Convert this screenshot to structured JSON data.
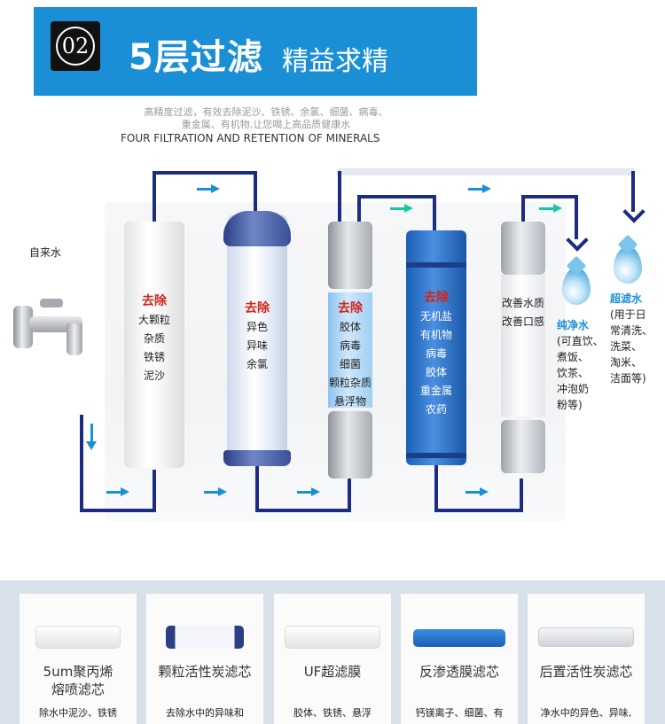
{
  "header": {
    "badge": "02",
    "title": "5层过滤",
    "subtitle": "精益求精"
  },
  "intro": {
    "line1": "高精度过滤，有效去除泥沙、铁锈、余氯、细菌、病毒、",
    "line2": "重金属、有机物,让您喝上高品质健康水",
    "english": "FOUR FILTRATION AND RETENTION OF MINERALS"
  },
  "diagram": {
    "tap_label": "自来水",
    "filter1": {
      "head": "去除",
      "lines": [
        "大颗粒",
        "杂质",
        "铁锈",
        "泥沙"
      ]
    },
    "filter2": {
      "head": "去除",
      "lines": [
        "异色",
        "异味",
        "余氯"
      ]
    },
    "filter3": {
      "head": "去除",
      "lines": [
        "胶体",
        "病毒",
        "细菌",
        "颗粒杂质",
        "悬浮物"
      ]
    },
    "filter4": {
      "head": "去除",
      "lines": [
        "无机盐",
        "有机物",
        "病毒",
        "胶体",
        "重金属",
        "农药"
      ]
    },
    "filter5": {
      "lines": [
        "改善水质",
        "改善口感"
      ]
    },
    "pure": {
      "title": "纯净水",
      "lines": [
        "(可直饮、",
        "煮饭、",
        "饮茶、",
        "冲泡奶",
        "粉等)"
      ]
    },
    "ultra": {
      "title": "超滤水",
      "lines": [
        "(用于日",
        "常清洗、",
        "洗菜、",
        "淘米、",
        "洁面等)"
      ]
    }
  },
  "cards": [
    {
      "name": "5um聚丙烯",
      "name2": "熔喷滤芯",
      "desc": "除水中泥沙、铁锈"
    },
    {
      "name": "颗粒活性炭滤芯",
      "desc": "去除水中的异味和"
    },
    {
      "name": "UF超滤膜",
      "desc": "胶体、铁锈、悬浮"
    },
    {
      "name": "反渗透膜滤芯",
      "desc": "钙镁离子、细菌、有"
    },
    {
      "name": "后置活性炭滤芯",
      "desc": "净水中的异色、异味,"
    }
  ],
  "colors": {
    "banner": "#1a8fd6",
    "pipe": "#1b2c82",
    "accent_red": "#d0261e",
    "arrow_teal": "#1bc6a6"
  }
}
